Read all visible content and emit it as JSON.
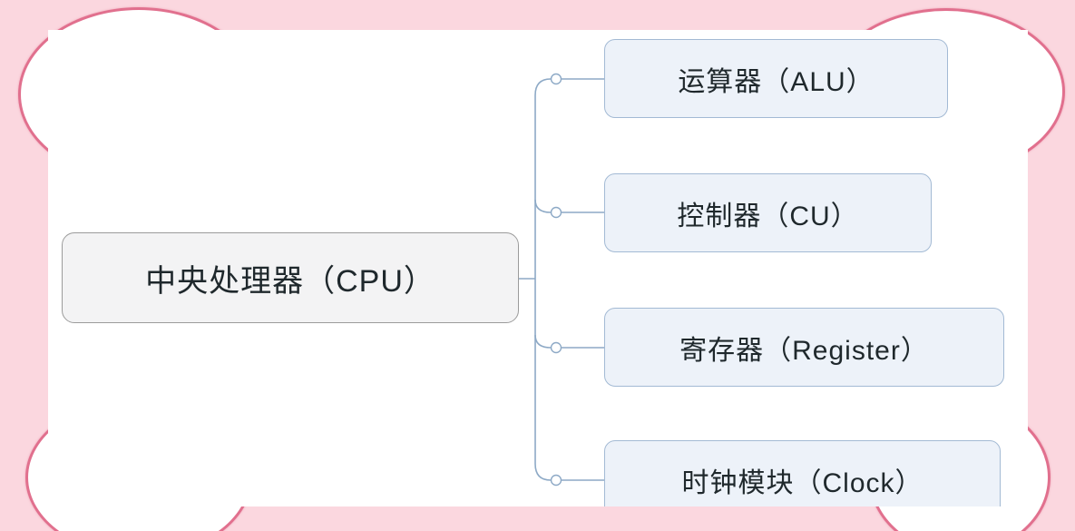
{
  "page": {
    "background_color": "#fbd7df",
    "canvas_color": "#ffffff",
    "decoration_stroke_color": "#e1708e"
  },
  "mindmap": {
    "connector_color": "#8da9c6",
    "root": {
      "label": "中央处理器（CPU）",
      "fill": "#f3f3f4",
      "border": "#9b9b9b"
    },
    "children": [
      {
        "label": "运算器（ALU）"
      },
      {
        "label": "控制器（CU）"
      },
      {
        "label": "寄存器（Register）"
      },
      {
        "label": "时钟模块（Clock）"
      }
    ],
    "child_style": {
      "fill": "#edf2f9",
      "border": "#a3bad4"
    },
    "text_color": "#1f282c"
  }
}
